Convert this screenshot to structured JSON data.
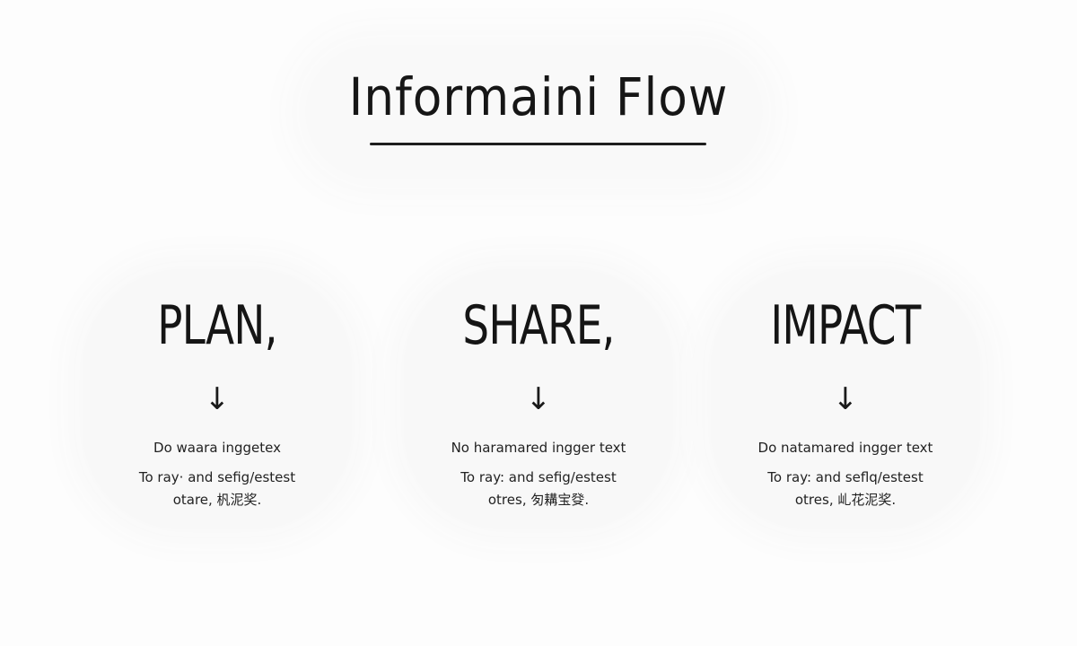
{
  "title": "Informaini Flow",
  "columns": [
    {
      "heading": "PLAN,",
      "arrow": "↓",
      "line1": "Do waara inggetex",
      "line2": "To ray· and sefig/estest",
      "line3": "otare, 杋泥奖."
    },
    {
      "heading": "SHARE,",
      "arrow": "↓",
      "line1": "No haramared ingger text",
      "line2": "To ray: and sefig/estest",
      "line3": "otres, 匇耩宝癹."
    },
    {
      "heading": "IMPACT",
      "arrow": "↓",
      "line1": "Do natamared ingger text",
      "line2": "To ray: and seflq/estest",
      "line3": "otres, 乢花泥奖."
    }
  ]
}
